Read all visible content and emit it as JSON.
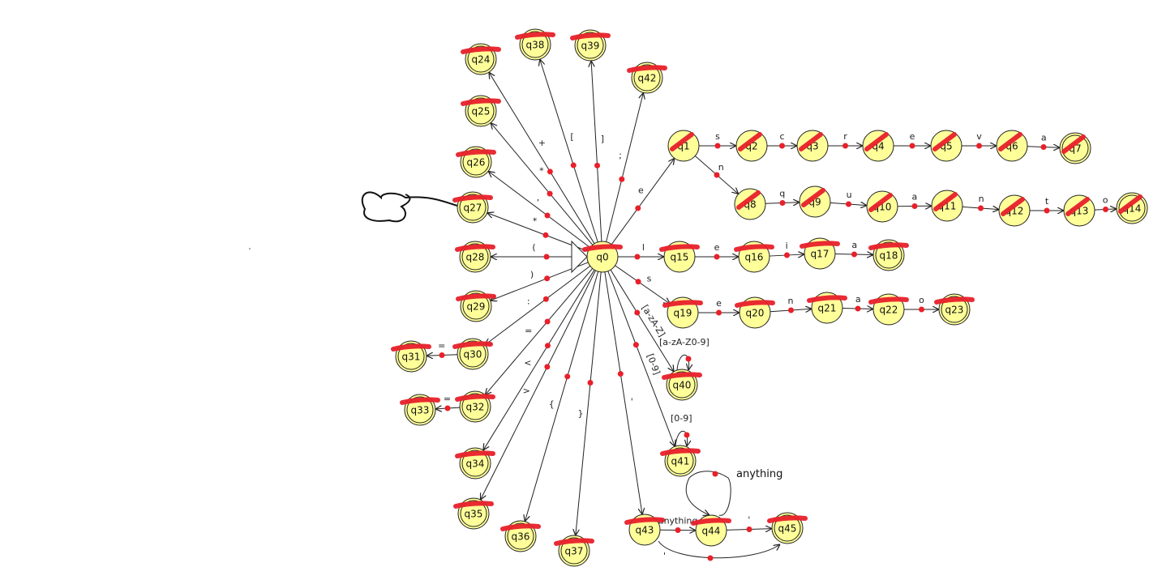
{
  "colors": {
    "state_fill": "#ffff99",
    "scribble": "#e8202a",
    "line": "#222222"
  },
  "states": [
    {
      "id": "q0",
      "label": "q0"
    },
    {
      "id": "q1",
      "label": "q1"
    },
    {
      "id": "q2",
      "label": "q2"
    },
    {
      "id": "q3",
      "label": "q3"
    },
    {
      "id": "q4",
      "label": "q4"
    },
    {
      "id": "q5",
      "label": "q5"
    },
    {
      "id": "q6",
      "label": "q6"
    },
    {
      "id": "q7",
      "label": "q7"
    },
    {
      "id": "q8",
      "label": "q8"
    },
    {
      "id": "q9",
      "label": "q9"
    },
    {
      "id": "q10",
      "label": "q10"
    },
    {
      "id": "q11",
      "label": "q11"
    },
    {
      "id": "q12",
      "label": "q12"
    },
    {
      "id": "q13",
      "label": "q13"
    },
    {
      "id": "q14",
      "label": "q14"
    },
    {
      "id": "q15",
      "label": "q15"
    },
    {
      "id": "q16",
      "label": "q16"
    },
    {
      "id": "q17",
      "label": "q17"
    },
    {
      "id": "q18",
      "label": "q18"
    },
    {
      "id": "q19",
      "label": "q19"
    },
    {
      "id": "q20",
      "label": "q20"
    },
    {
      "id": "q21",
      "label": "q21"
    },
    {
      "id": "q22",
      "label": "q22"
    },
    {
      "id": "q23",
      "label": "q23"
    },
    {
      "id": "q24",
      "label": "q24"
    },
    {
      "id": "q25",
      "label": "q25"
    },
    {
      "id": "q26",
      "label": "q26"
    },
    {
      "id": "q27",
      "label": "q27"
    },
    {
      "id": "q28",
      "label": "q28"
    },
    {
      "id": "q29",
      "label": "q29"
    },
    {
      "id": "q30",
      "label": "q30"
    },
    {
      "id": "q31",
      "label": "q31"
    },
    {
      "id": "q32",
      "label": "q32"
    },
    {
      "id": "q33",
      "label": "q33"
    },
    {
      "id": "q34",
      "label": "q34"
    },
    {
      "id": "q35",
      "label": "q35"
    },
    {
      "id": "q36",
      "label": "q36"
    },
    {
      "id": "q37",
      "label": "q37"
    },
    {
      "id": "q38",
      "label": "q38"
    },
    {
      "id": "q39",
      "label": "q39"
    },
    {
      "id": "q40",
      "label": "q40"
    },
    {
      "id": "q41",
      "label": "q41"
    },
    {
      "id": "q42",
      "label": "q42"
    },
    {
      "id": "q43",
      "label": "q43"
    },
    {
      "id": "q44",
      "label": "q44"
    },
    {
      "id": "q45",
      "label": "q45"
    }
  ],
  "edges": [
    {
      "from": "q0",
      "to": "q1",
      "label": "e"
    },
    {
      "from": "q1",
      "to": "q2",
      "label": "s"
    },
    {
      "from": "q2",
      "to": "q3",
      "label": "c"
    },
    {
      "from": "q3",
      "to": "q4",
      "label": "r"
    },
    {
      "from": "q4",
      "to": "q5",
      "label": "e"
    },
    {
      "from": "q5",
      "to": "q6",
      "label": "v"
    },
    {
      "from": "q6",
      "to": "q7",
      "label": "a"
    },
    {
      "from": "q1",
      "to": "q8",
      "label": "n"
    },
    {
      "from": "q8",
      "to": "q9",
      "label": "q"
    },
    {
      "from": "q9",
      "to": "q10",
      "label": "u"
    },
    {
      "from": "q10",
      "to": "q11",
      "label": "a"
    },
    {
      "from": "q11",
      "to": "q12",
      "label": "n"
    },
    {
      "from": "q12",
      "to": "q13",
      "label": "t"
    },
    {
      "from": "q13",
      "to": "q14",
      "label": "o"
    },
    {
      "from": "q0",
      "to": "q15",
      "label": "l"
    },
    {
      "from": "q15",
      "to": "q16",
      "label": "e"
    },
    {
      "from": "q16",
      "to": "q17",
      "label": "i"
    },
    {
      "from": "q17",
      "to": "q18",
      "label": "a"
    },
    {
      "from": "q0",
      "to": "q19",
      "label": "s"
    },
    {
      "from": "q19",
      "to": "q20",
      "label": "e"
    },
    {
      "from": "q20",
      "to": "q21",
      "label": "n"
    },
    {
      "from": "q21",
      "to": "q22",
      "label": "a"
    },
    {
      "from": "q22",
      "to": "q23",
      "label": "o"
    },
    {
      "from": "q0",
      "to": "q24",
      "label": "+"
    },
    {
      "from": "q0",
      "to": "q25",
      "label": "*"
    },
    {
      "from": "q0",
      "to": "q26",
      "label": ","
    },
    {
      "from": "q0",
      "to": "q27",
      "label": "*"
    },
    {
      "from": "q0",
      "to": "q28",
      "label": "("
    },
    {
      "from": "q0",
      "to": "q29",
      "label": ")"
    },
    {
      "from": "q0",
      "to": "q30",
      "label": ":"
    },
    {
      "from": "q30",
      "to": "q31",
      "label": "="
    },
    {
      "from": "q0",
      "to": "q32",
      "label": "="
    },
    {
      "from": "q32",
      "to": "q33",
      "label": "="
    },
    {
      "from": "q0",
      "to": "q34",
      "label": "<"
    },
    {
      "from": "q0",
      "to": "q35",
      "label": ">"
    },
    {
      "from": "q0",
      "to": "q36",
      "label": "{"
    },
    {
      "from": "q0",
      "to": "q37",
      "label": "}"
    },
    {
      "from": "q0",
      "to": "q38",
      "label": "["
    },
    {
      "from": "q0",
      "to": "q39",
      "label": "]"
    },
    {
      "from": "q0",
      "to": "q40",
      "label": "[a-zA-Z]"
    },
    {
      "from": "q40",
      "to": "q40",
      "label": "[a-zA-Z0-9]"
    },
    {
      "from": "q0",
      "to": "q41",
      "label": "[0-9]"
    },
    {
      "from": "q41",
      "to": "q41",
      "label": "[0-9]"
    },
    {
      "from": "q0",
      "to": "q42",
      "label": ";"
    },
    {
      "from": "q0",
      "to": "q43",
      "label": "'"
    },
    {
      "from": "q43",
      "to": "q44",
      "label": "anything"
    },
    {
      "from": "q44",
      "to": "q44",
      "label": "anything"
    },
    {
      "from": "q44",
      "to": "q45",
      "label": "'"
    },
    {
      "from": "q43",
      "to": "q45",
      "label": "'"
    }
  ]
}
